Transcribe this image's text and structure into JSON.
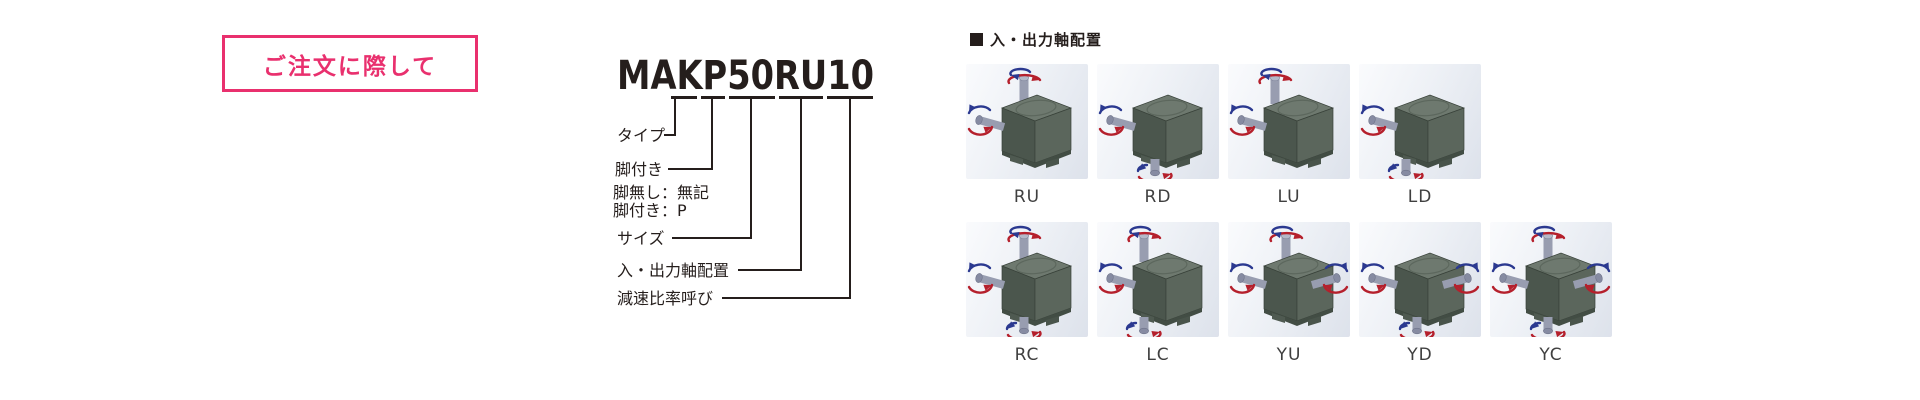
{
  "order_notice": {
    "label": "ご注文に際して"
  },
  "model_code": {
    "code": "MAKP50RU10",
    "labels": {
      "type": "タイプ",
      "legs": "脚付き",
      "legs_none": "脚無し：無記",
      "legs_with": "脚付き：P",
      "size": "サイズ",
      "shaft_arrangement": "入・出力軸配置",
      "ratio": "減速比率呼び"
    }
  },
  "shaft_arrangements": {
    "heading": "入・出力軸配置",
    "rows": [
      [
        {
          "label": "RU",
          "orientation": "R",
          "shafts": {
            "left": true,
            "right": false,
            "top": true,
            "bottom": false
          }
        },
        {
          "label": "RD",
          "orientation": "R",
          "shafts": {
            "left": true,
            "right": false,
            "top": false,
            "bottom": true
          }
        },
        {
          "label": "LU",
          "orientation": "L",
          "shafts": {
            "left": true,
            "right": false,
            "top": true,
            "bottom": false
          }
        },
        {
          "label": "LD",
          "orientation": "L",
          "shafts": {
            "left": true,
            "right": false,
            "top": false,
            "bottom": true
          }
        }
      ],
      [
        {
          "label": "RC",
          "orientation": "R",
          "shafts": {
            "left": true,
            "right": false,
            "top": true,
            "bottom": true
          }
        },
        {
          "label": "LC",
          "orientation": "L",
          "shafts": {
            "left": true,
            "right": false,
            "top": true,
            "bottom": true
          }
        },
        {
          "label": "YU",
          "orientation": "Y",
          "shafts": {
            "left": true,
            "right": true,
            "top": true,
            "bottom": false
          }
        },
        {
          "label": "YD",
          "orientation": "Y",
          "shafts": {
            "left": true,
            "right": true,
            "top": false,
            "bottom": true
          }
        },
        {
          "label": "YC",
          "orientation": "Y",
          "shafts": {
            "left": true,
            "right": true,
            "top": true,
            "bottom": true
          }
        }
      ]
    ]
  },
  "colors": {
    "accent_pink": "#e9306e",
    "ink": "#251e1c",
    "arrow_red": "#b5202c",
    "arrow_blue": "#2b3990",
    "gearbox_top": "#6e796f",
    "gearbox_left": "#4b564d",
    "gearbox_right": "#5b665c",
    "shaft_gray": "#989db0"
  }
}
